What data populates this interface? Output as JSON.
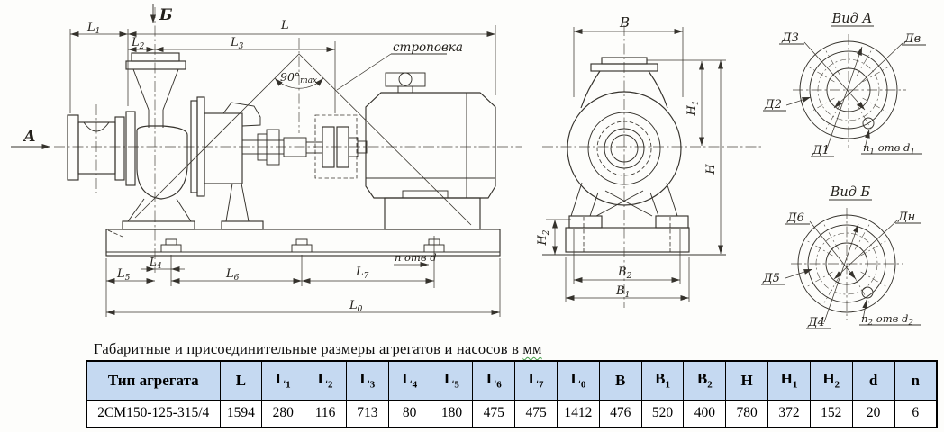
{
  "caption": {
    "text_main": "Габаритные и присоединительные размеры агрегатов и насосов в ",
    "text_underlined": "мм"
  },
  "drawing": {
    "side": {
      "arrow_b": "Б",
      "arrow_a": "А",
      "l": "L",
      "l1": {
        "base": "L",
        "sub": "1"
      },
      "l2": {
        "base": "L",
        "sub": "2"
      },
      "l3": {
        "base": "L",
        "sub": "3"
      },
      "l4": {
        "base": "L",
        "sub": "4"
      },
      "l5": {
        "base": "L",
        "sub": "5"
      },
      "l6": {
        "base": "L",
        "sub": "6"
      },
      "l7": {
        "base": "L",
        "sub": "7"
      },
      "l0": {
        "base": "L",
        "sub": "0"
      },
      "stropovka": "строповка",
      "angle_max": {
        "base": "90°",
        "sub": "max"
      },
      "n_otv_d": "п отв d"
    },
    "front": {
      "b": "В",
      "b1": {
        "base": "В",
        "sub": "1"
      },
      "b2": {
        "base": "В",
        "sub": "2"
      },
      "h": "Н",
      "h1": {
        "base": "Н",
        "sub": "1"
      },
      "h2": {
        "base": "Н",
        "sub": "2"
      }
    },
    "view_a": {
      "title": "Вид А",
      "d3": "Д3",
      "dv": "Дв",
      "d2": "Д2",
      "d1": "Д1",
      "holes": {
        "t1": "п",
        "s1": "1",
        "t2": " отв d",
        "s2": "1"
      }
    },
    "view_b": {
      "title": "Вид Б",
      "d6": "Д6",
      "dn": "Дн",
      "d5": "Д5",
      "d4": "Д4",
      "holes": {
        "t1": "п",
        "s1": "2",
        "t2": " отв d",
        "s2": "2"
      }
    }
  },
  "table": {
    "headers": [
      {
        "base": "Тип агрегата",
        "sub": ""
      },
      {
        "base": "L",
        "sub": ""
      },
      {
        "base": "L",
        "sub": "1"
      },
      {
        "base": "L",
        "sub": "2"
      },
      {
        "base": "L",
        "sub": "3"
      },
      {
        "base": "L",
        "sub": "4"
      },
      {
        "base": "L",
        "sub": "5"
      },
      {
        "base": "L",
        "sub": "6"
      },
      {
        "base": "L",
        "sub": "7"
      },
      {
        "base": "L",
        "sub": "0"
      },
      {
        "base": "B",
        "sub": ""
      },
      {
        "base": "B",
        "sub": "1"
      },
      {
        "base": "B",
        "sub": "2"
      },
      {
        "base": "H",
        "sub": ""
      },
      {
        "base": "H",
        "sub": "1"
      },
      {
        "base": "H",
        "sub": "2"
      },
      {
        "base": "d",
        "sub": ""
      },
      {
        "base": "n",
        "sub": ""
      }
    ],
    "rows": [
      [
        "2СМ150-125-315/4",
        "1594",
        "280",
        "116",
        "713",
        "80",
        "180",
        "475",
        "475",
        "1412",
        "476",
        "520",
        "400",
        "780",
        "372",
        "152",
        "20",
        "6"
      ]
    ]
  },
  "colors": {
    "header_bg": "#c5d9f1",
    "line": "#35322c",
    "spellcheck_green": "#44a04a"
  }
}
